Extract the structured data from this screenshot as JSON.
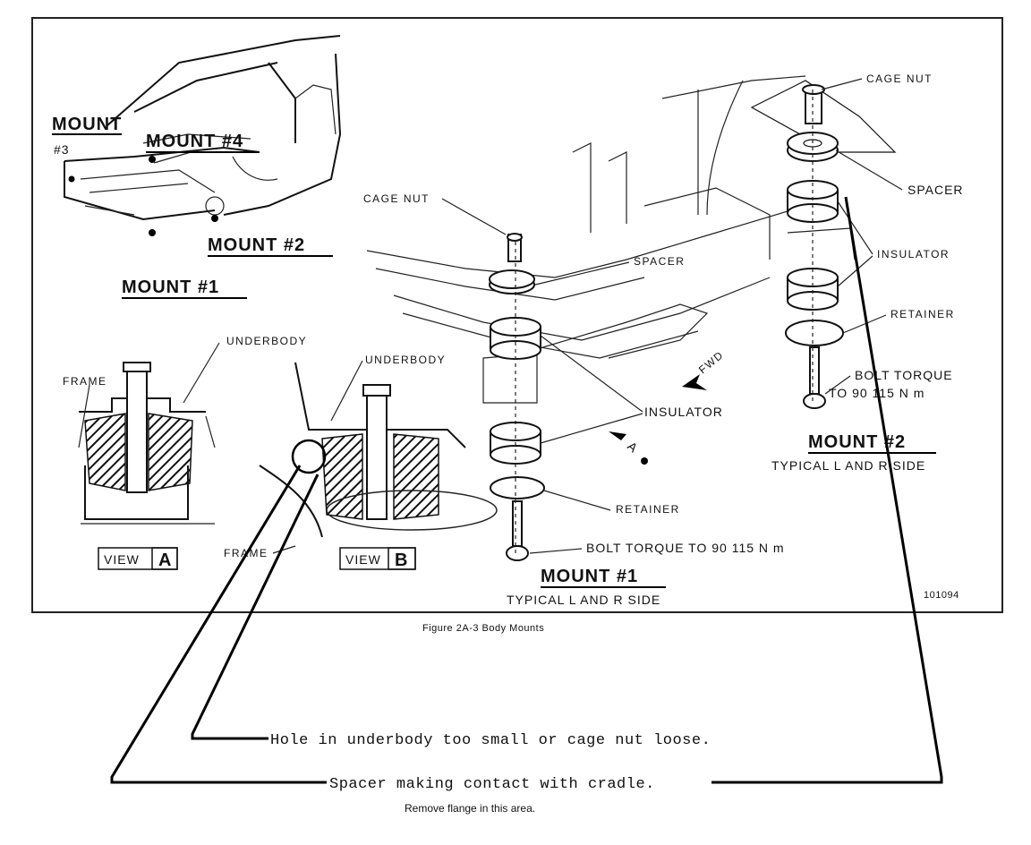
{
  "overview": {
    "mount3_label": "MOUNT",
    "mount3_num": "#3",
    "mount4_label": "MOUNT  #4",
    "mount2_label": "MOUNT  #2",
    "mount1_label": "MOUNT  #1"
  },
  "view_a": {
    "frame": "FRAME",
    "underbody": "UNDERBODY",
    "tag_word": "VIEW",
    "tag_letter": "A"
  },
  "view_b": {
    "underbody": "UNDERBODY",
    "frame": "FRAME",
    "tag_word": "VIEW",
    "tag_letter": "B"
  },
  "mount1_detail": {
    "cage_nut": "CAGE NUT",
    "spacer": "SPACER",
    "insulator": "INSULATOR",
    "retainer": "RETAINER",
    "bolt": "BOLT TORQUE TO 90 115 N m",
    "title": "MOUNT  #1",
    "subtitle": "TYPICAL L AND R SIDE",
    "fwd": "FWD",
    "arrow_a": "A"
  },
  "mount2_detail": {
    "cage_nut": "CAGE NUT",
    "spacer": "SPACER",
    "insulator": "INSULATOR",
    "retainer": "RETAINER",
    "bolt_line1": "BOLT TORQUE",
    "bolt_line2": "TO 90 115 N m",
    "title": "MOUNT  #2",
    "subtitle": "TYPICAL L AND R SIDE"
  },
  "figure": {
    "number": "101094",
    "caption": "Figure 2A-3 Body Mounts"
  },
  "notes": {
    "hole": "Hole in underbody too small or cage nut loose.",
    "spacer": "Spacer making contact with cradle.",
    "flange": "Remove flange in this area."
  }
}
